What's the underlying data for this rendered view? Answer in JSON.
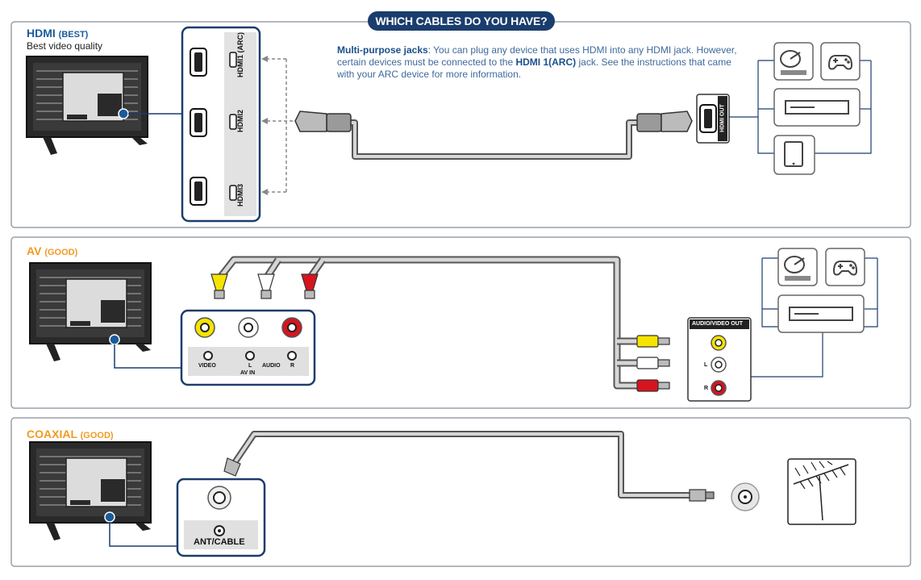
{
  "title": "WHICH CABLES  DO YOU HAVE?",
  "hdmi": {
    "name": "HDMI",
    "quality": "(BEST)",
    "subtitle": "Best video quality",
    "ports": [
      "HDMI1 (ARC)",
      "HDMI2",
      "HDMI3"
    ],
    "desc_bold": "Multi-purpose jacks",
    "desc_1": ": You can plug any device that uses HDMI into any HDMI jack. However, certain devices must be connected to the ",
    "desc_bold2": "HDMI 1(ARC)",
    "desc_2": " jack. See the instructions that came with your ARC device for more information.",
    "out_label": "HDMI OUT"
  },
  "av": {
    "name": "AV",
    "quality": "(GOOD)",
    "labels": {
      "video": "VIDEO",
      "l": "L",
      "audio": "AUDIO",
      "r": "R",
      "av_in": "AV IN"
    },
    "out_title": "AUDIO/VIDEO OUT",
    "out_l": "L",
    "out_r": "R"
  },
  "coax": {
    "name": "COAXIAL",
    "quality": "(GOOD)",
    "label": "ANT/CABLE"
  },
  "colors": {
    "navy": "#1a3d6d",
    "blue": "#1a5b9c",
    "orange": "#f29a1f",
    "yellow": "#f5e400",
    "red": "#d7141e"
  }
}
